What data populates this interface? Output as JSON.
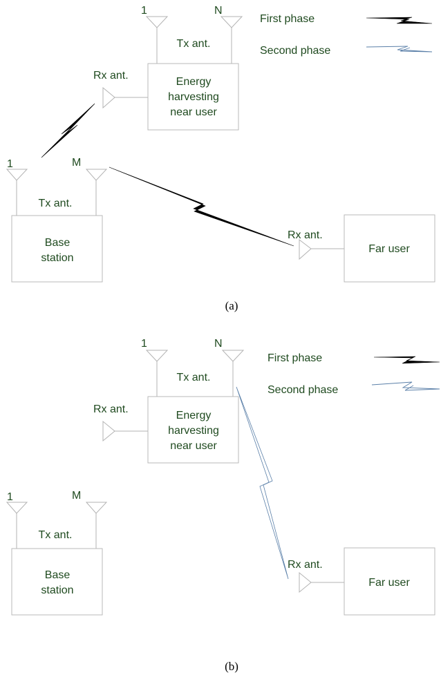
{
  "panels": [
    {
      "caption": "(a)",
      "near_user": {
        "box_label": [
          "Energy",
          "harvesting",
          "near user"
        ],
        "tx_label": "Tx ant.",
        "ant_first": "1",
        "ant_last": "N",
        "rx_label": "Rx ant."
      },
      "base_station": {
        "box_label": [
          "Base",
          "station"
        ],
        "tx_label": "Tx ant.",
        "ant_first": "1",
        "ant_last": "M"
      },
      "far_user": {
        "box_label": "Far user",
        "rx_label": "Rx ant."
      },
      "legend": {
        "first": "First phase",
        "second": "Second phase"
      }
    },
    {
      "caption": "(b)",
      "near_user": {
        "box_label": [
          "Energy",
          "harvesting",
          "near user"
        ],
        "tx_label": "Tx ant.",
        "ant_first": "1",
        "ant_last": "N",
        "rx_label": "Rx ant."
      },
      "base_station": {
        "box_label": [
          "Base",
          "station"
        ],
        "tx_label": "Tx ant.",
        "ant_first": "1",
        "ant_last": "M"
      },
      "far_user": {
        "box_label": "Far user",
        "rx_label": "Rx ant."
      },
      "legend": {
        "first": "First phase",
        "second": "Second phase"
      }
    }
  ],
  "colors": {
    "first_phase_link": "#000000",
    "second_phase_link": "#5a7fa8",
    "label_text": "#1f4a1f",
    "outline": "#b9b9b9"
  }
}
